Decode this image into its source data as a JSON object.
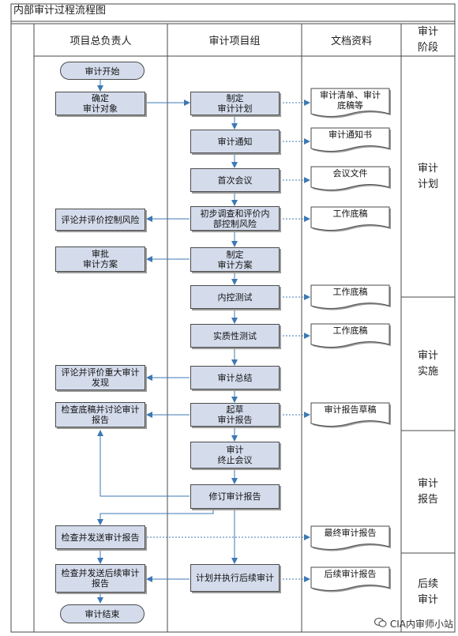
{
  "title": "内部审计过程流程图",
  "lanes": [
    "项目总负责人",
    "审计项目组",
    "文档资料"
  ],
  "stage_header": "审计\n阶段",
  "stages": [
    "审计\n计划",
    "审计\n实施",
    "审计\n报告",
    "后续\n审计"
  ],
  "nodes": {
    "start": "审计开始",
    "determine": "确定\n审计对象",
    "plan": "制定\n审计计划",
    "notice": "审计通知",
    "meeting": "首次会议",
    "survey": "初步调查和评价内\n部控制风险",
    "review_risk": "评论并评价控制风险",
    "approve": "审批\n审计方案",
    "scheme": "制定\n审计方案",
    "ictest": "内控测试",
    "substantive": "实质性测试",
    "review_findings": "评论并评价重大审计\n发现",
    "summary": "审计总结",
    "check_report": "检查底稿并讨论审计\n报告",
    "draft": "起草\n审计报告",
    "closing": "审计\n终止会议",
    "revise": "修订审计报告",
    "send_report": "检查并发送审计报告",
    "send_follow": "检查并发送后续审计\n报告",
    "followup": "计划并执行后续审计",
    "end": "审计结束"
  },
  "docs": {
    "d1": "审计清单、审计\n底稿等",
    "d2": "审计通知书",
    "d3": "会议文件",
    "d4": "工作底稿",
    "d5": "工作底稿",
    "d6": "工作底稿",
    "d7": "审计报告草稿",
    "d8": "最终审计报告",
    "d9": "后续审计报告"
  },
  "watermark": "CIA内审师小站",
  "colors": {
    "box_fill": "#d4dcec",
    "arrow": "#3d78b4",
    "line": "#4a4a4a"
  }
}
